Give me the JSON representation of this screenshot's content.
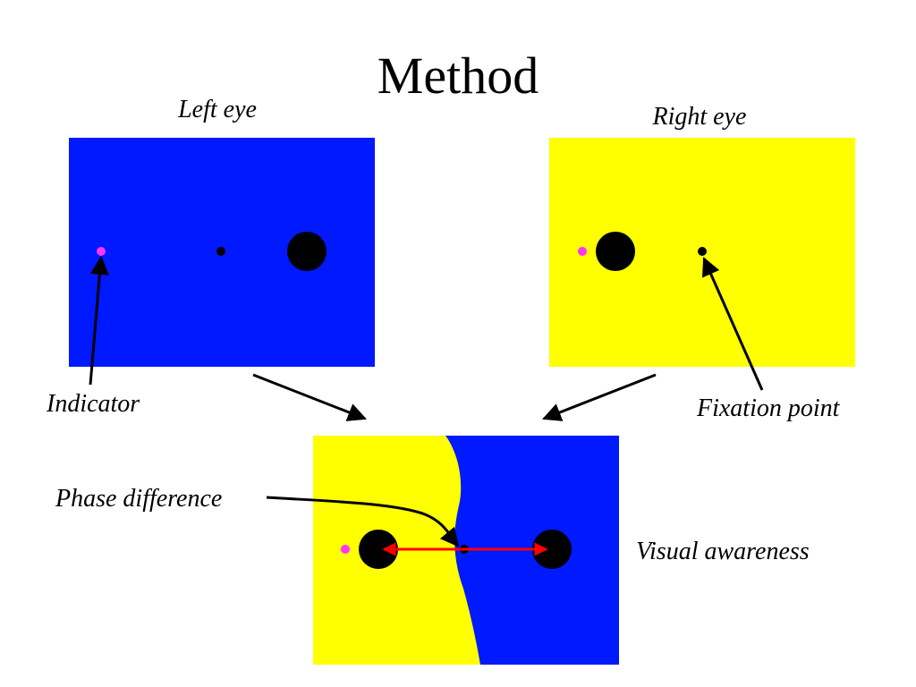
{
  "slide": {
    "title": "Method"
  },
  "labels": {
    "left_eye": "Left eye",
    "right_eye": "Right eye",
    "indicator": "Indicator",
    "fixation_point": "Fixation point",
    "phase_difference": "Phase difference",
    "visual_awareness": "Visual awareness"
  },
  "colors": {
    "blue": "#0019ff",
    "yellow": "#ffff00",
    "magenta": "#ff33ff",
    "black": "#000000",
    "red": "#ff0000"
  }
}
